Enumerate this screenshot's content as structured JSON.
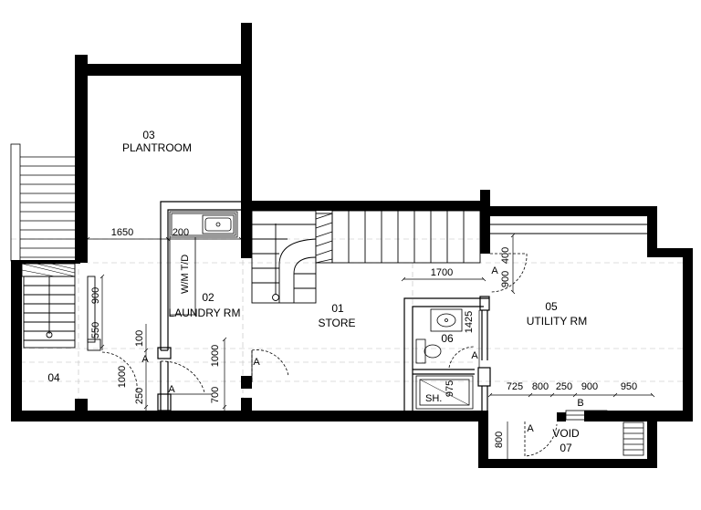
{
  "rooms": {
    "plantroom": {
      "number": "03",
      "name": "PLANTROOM"
    },
    "laundry": {
      "number": "02",
      "name": "LAUNDRY RM"
    },
    "store": {
      "number": "01",
      "name": "STORE"
    },
    "utility": {
      "number": "05",
      "name": "UTILITY RM"
    },
    "wc": {
      "number": "06"
    },
    "room04": {
      "number": "04"
    },
    "void": {
      "number": "07",
      "name": "VOID"
    }
  },
  "fixtures": {
    "wmtd": "W/M T/D",
    "shower": "SH."
  },
  "door_tags": {
    "a": "A",
    "b": "B"
  },
  "dimensions": {
    "d1650": "1650",
    "d200": "200",
    "d1700": "1700",
    "d400": "400",
    "d900_util": "900",
    "d900_left": "900",
    "d550": "550",
    "d100": "100",
    "d1000_left": "1000",
    "d250_left": "250",
    "d1000_store": "1000",
    "d700": "700",
    "d1425": "1425",
    "d975": "975",
    "d725": "725",
    "d800_h": "800",
    "d250_h": "250",
    "d900_h": "900",
    "d950": "950",
    "d800_v": "800"
  }
}
